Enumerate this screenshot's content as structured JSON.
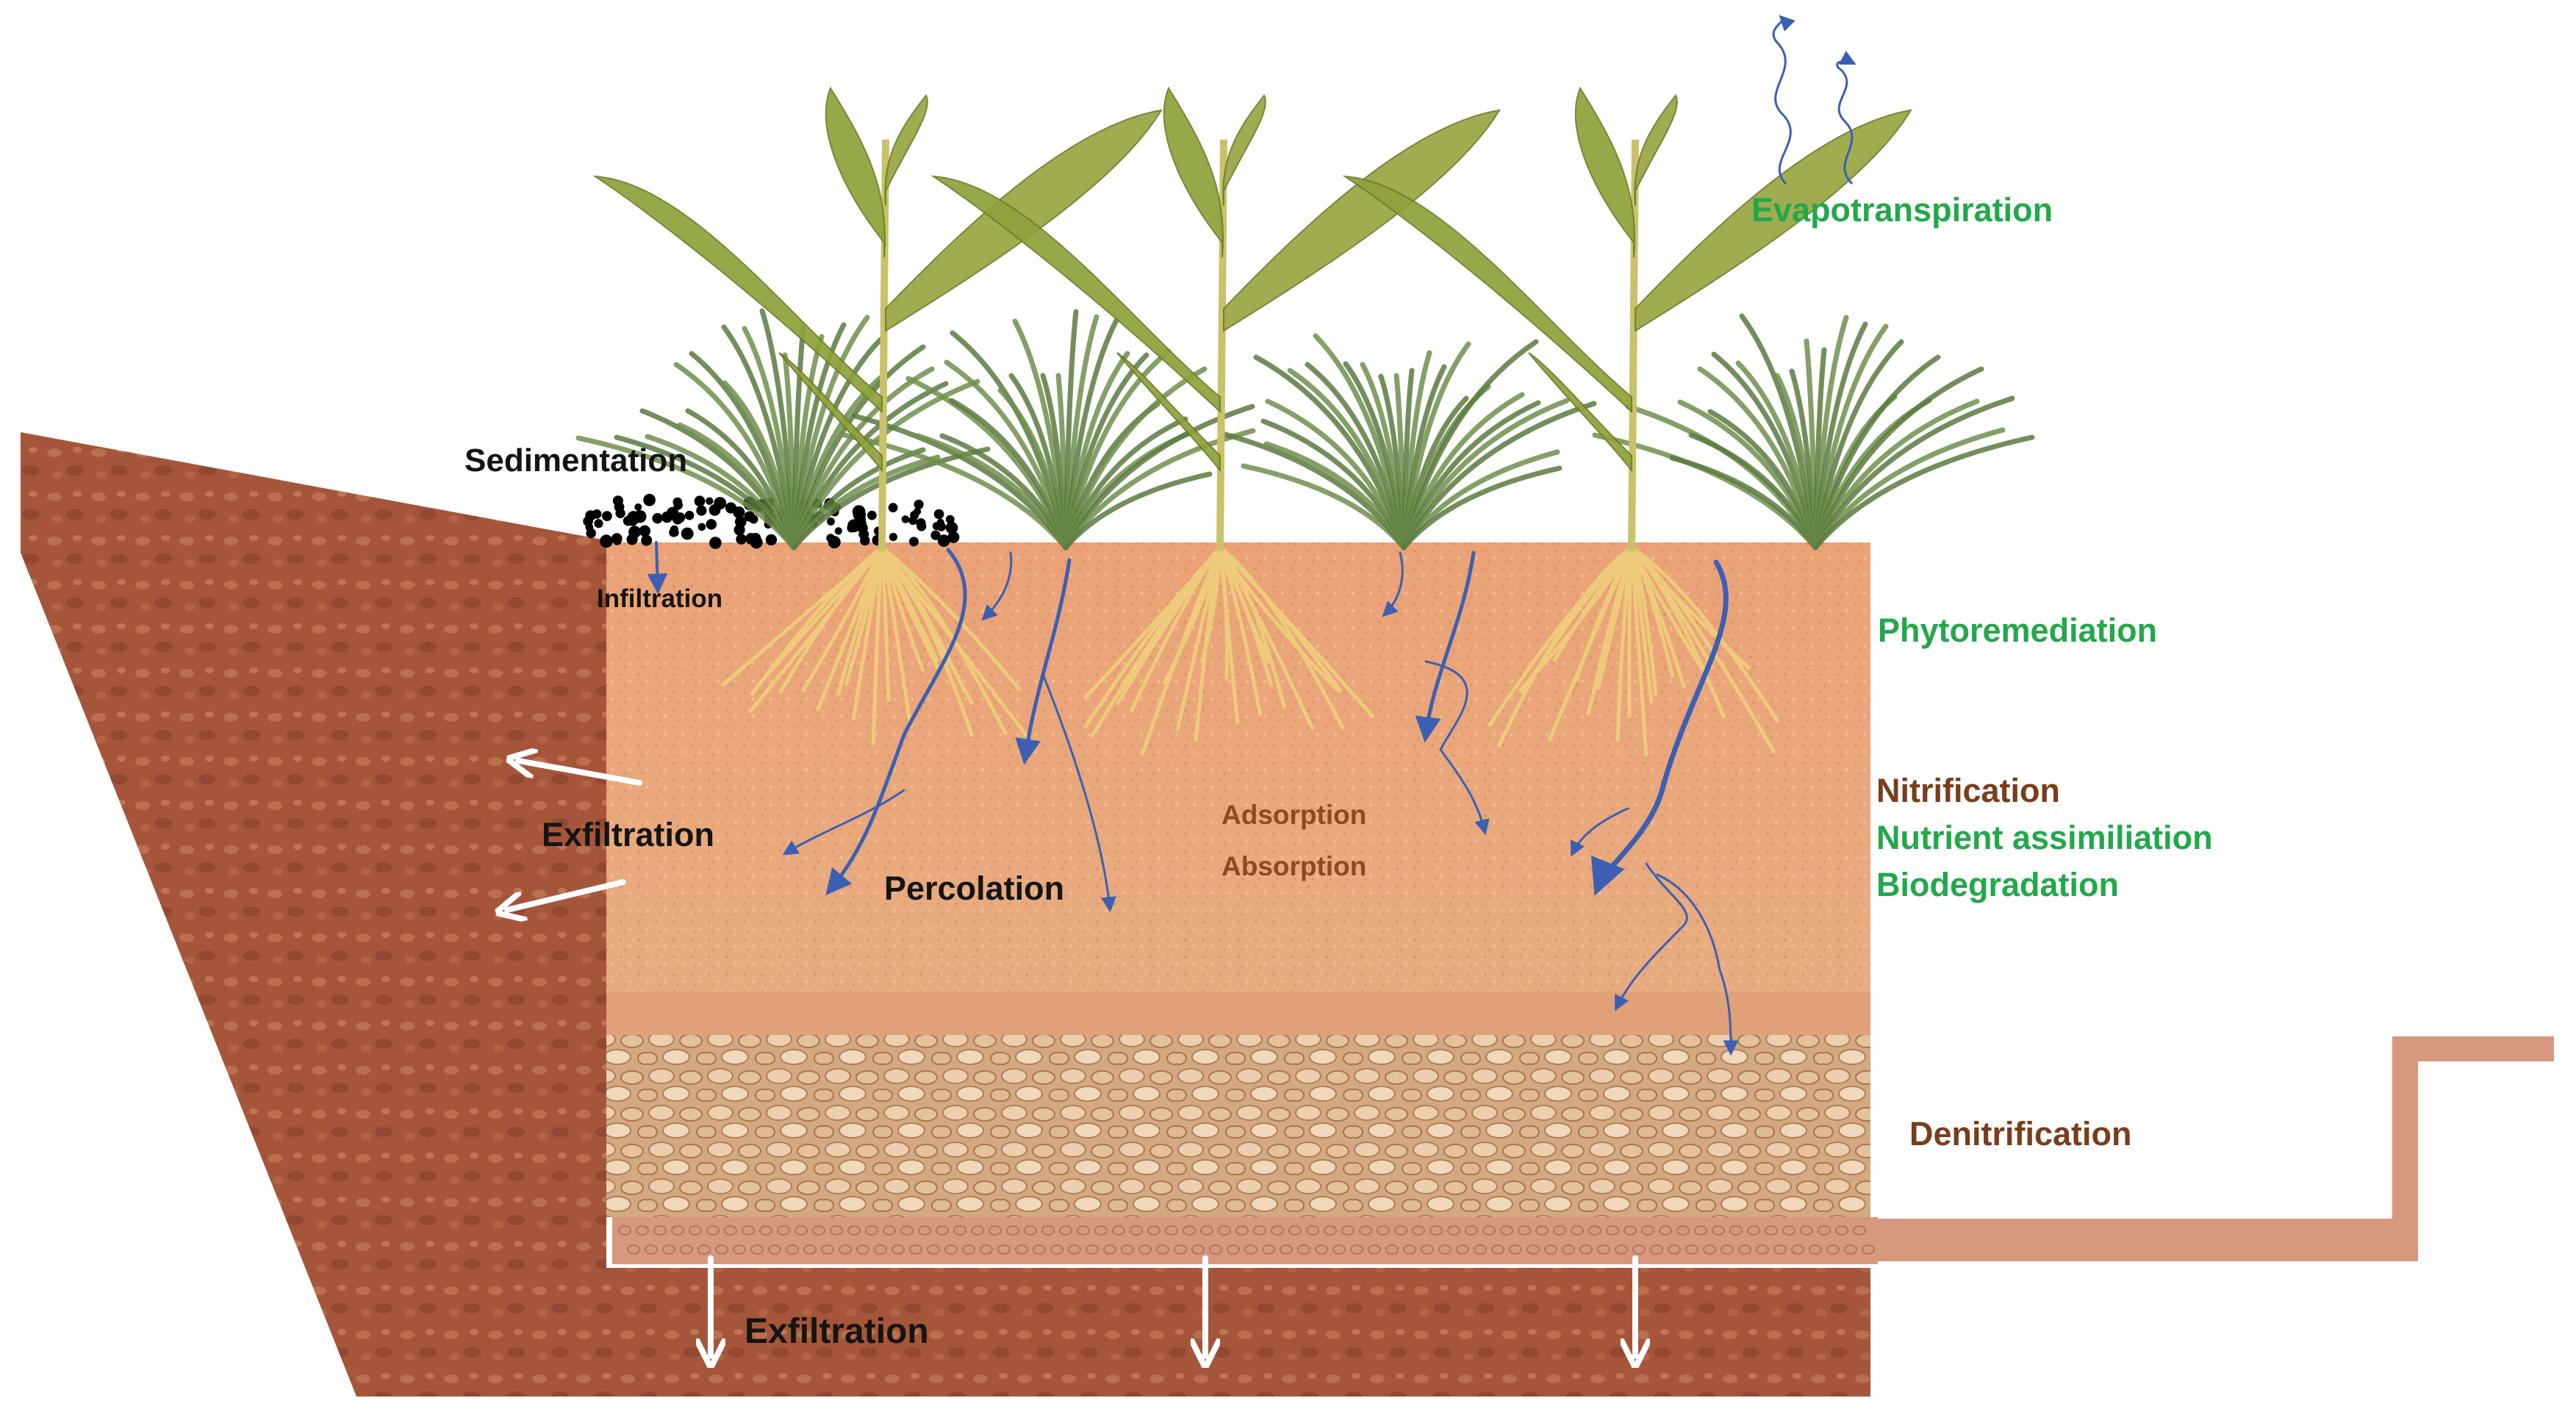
{
  "labels": {
    "sedimentation": "Sedimentation",
    "infiltration": "Infiltration",
    "exfiltration_side": "Exfiltration",
    "percolation": "Percolation",
    "adsorption": "Adsorption",
    "absorption": "Absorption",
    "evapotranspiration": "Evapotranspiration",
    "phytoremediation": "Phytoremediation",
    "nitrification": "Nitrification",
    "nutrient_assimilation": "Nutrient assimiliation",
    "biodegradation": "Biodegradation",
    "denitrification": "Denitrification",
    "exfiltration_bottom": "Exfiltration"
  },
  "colors": {
    "native_soil": "#a9583a",
    "filter_media": "#e9a877",
    "sand_layer": "#e2a27a",
    "gravel_layer": "#d8b08a",
    "underdrain_pipe": "#d7987e",
    "water_arrows": "#3c5fb3",
    "plant_leaves": "#8ea23a",
    "grass": "#5a7a3f",
    "roots": "#efcf7c",
    "label_green": "#22a84a",
    "label_brown": "#7a3d1c"
  }
}
